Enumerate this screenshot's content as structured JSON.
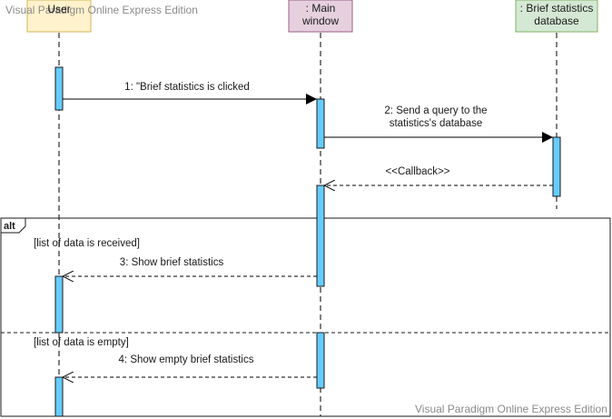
{
  "watermark": {
    "top": "Visual Paradigm Online Express Edition",
    "bottom": "Visual Paradigm Online Express Edition"
  },
  "lifelines": [
    {
      "label": "User",
      "fill": "#fff2cc",
      "stroke": "#d6b656"
    },
    {
      "label": ": Main window",
      "line1": ": Main",
      "line2": "window",
      "fill": "#e6d0de",
      "stroke": "#996185"
    },
    {
      "label": ": Brief statistics database",
      "line1": ": Brief statistics",
      "line2": "database",
      "fill": "#d5e8d4",
      "stroke": "#82b366"
    }
  ],
  "messages": [
    {
      "label": "1: \"Brief statistics is clicked",
      "kind": "synchronous",
      "from": "User",
      "to": ": Main window"
    },
    {
      "line1": "2: Send a query to the",
      "line2": "statistics's database",
      "label": "2: Send a query to the statistics's database",
      "kind": "synchronous",
      "from": ": Main window",
      "to": ": Brief statistics database"
    },
    {
      "label": "<<Callback>>",
      "kind": "return",
      "from": ": Brief statistics database",
      "to": ": Main window"
    },
    {
      "label": "3: Show brief statistics",
      "kind": "return",
      "from": ": Main window",
      "to": "User"
    },
    {
      "label": "4: Show empty brief statistics",
      "kind": "return",
      "from": ": Main window",
      "to": "User"
    }
  ],
  "fragment": {
    "operator": "alt",
    "guards": [
      "[list of data is received]",
      "[list of data is empty]"
    ]
  },
  "colors": {
    "activation_fill": "#66ccff",
    "activation_stroke": "#1a1a1a",
    "line": "#000000",
    "dashed_line": "#555555"
  }
}
